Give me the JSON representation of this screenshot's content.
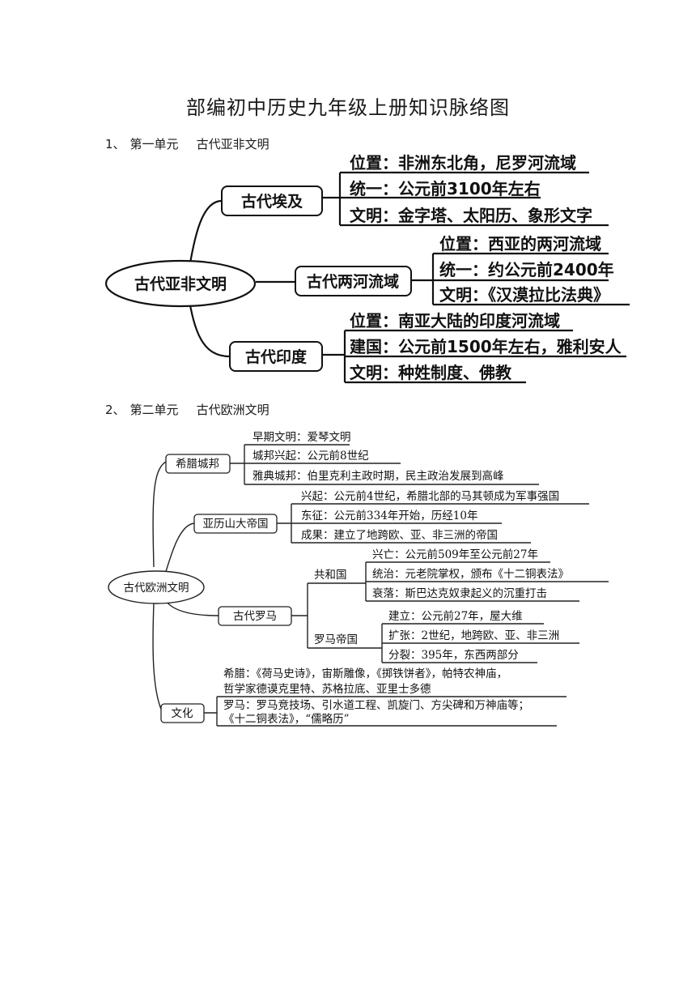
{
  "title": "部编初中历史九年级上册知识脉络图",
  "section1": {
    "num": "1、",
    "unit": "第一单元",
    "name": "古代亚非文明"
  },
  "section2": {
    "num": "2、",
    "unit": "第二单元",
    "name": "古代欧洲文明"
  },
  "map1": {
    "center": "古代亚非文明",
    "branches": [
      {
        "label": "古代埃及",
        "items": [
          "位置：非洲东北角，尼罗河流域",
          "统一：公元前3100年左右",
          "文明：金字塔、太阳历、象形文字"
        ]
      },
      {
        "label": "古代两河流域",
        "items": [
          "位置：西亚的两河流域",
          "统一：约公元前2400年",
          "文明：《汉漠拉比法典》"
        ]
      },
      {
        "label": "古代印度",
        "items": [
          "位置：南亚大陆的印度河流域",
          "建国：公元前1500年左右，雅利安人",
          "文明：种姓制度、佛教"
        ]
      }
    ]
  },
  "map2": {
    "center": "古代欧洲文明",
    "branches": [
      {
        "label": "希腊城邦",
        "items": [
          "早期文明：爱琴文明",
          "城邦兴起：公元前8世纪",
          "雅典城邦：伯里克利主政时期，民主政治发展到高峰"
        ]
      },
      {
        "label": "亚历山大帝国",
        "items": [
          "兴起：公元前4世纪，希腊北部的马其顿成为军事强国",
          "东征：公元前334年开始，历经10年",
          "成果：建立了地跨欧、亚、非三洲的帝国"
        ]
      },
      {
        "label": "古代罗马",
        "sub": [
          {
            "label": "共和国",
            "items": [
              "兴亡：公元前509年至公元前27年",
              "统治：元老院掌权，颁布《十二铜表法》",
              "衰落：斯巴达克奴隶起义的沉重打击"
            ]
          },
          {
            "label": "罗马帝国",
            "items": [
              "建立：公元前27年，屋大维",
              "扩张：2世纪，地跨欧、亚、非三洲",
              "分裂：395年，东西两部分"
            ]
          }
        ]
      },
      {
        "label": "文化",
        "greece": [
          "希腊：《荷马史诗》，宙斯雕像，《掷铁饼者》，帕特农神庙，",
          "哲学家德谟克里特、苏格拉底、亚里士多德"
        ],
        "rome": [
          "罗马：罗马竞技场、引水道工程、凯旋门、方尖碑和万神庙等；",
          "《十二铜表法》，“儒略历”"
        ]
      }
    ]
  }
}
